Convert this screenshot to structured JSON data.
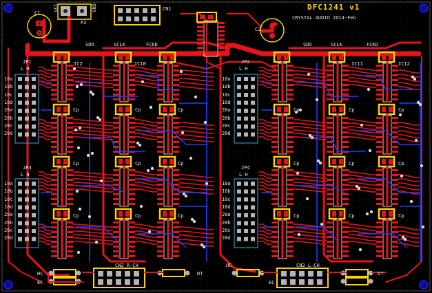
{
  "board": {
    "title": "DFC1241 v1",
    "subtitle": "CRYSTAL AUDIO 2014-Feb",
    "colors": {
      "background": "#000000",
      "top_copper": "#e8141c",
      "bottom_copper": "#1f3fff",
      "silkscreen": "#ffd400",
      "pad": "#b4b4b4",
      "mounting_hole": "#0a0aa0"
    }
  },
  "labels": {
    "c1": "C1",
    "c2": "C2",
    "vcc": "VCC",
    "gnd": "GND",
    "p2": "P2",
    "cn1": "CN1",
    "sdo_left": "SDO",
    "sclk_left": "SCLK",
    "fckd_left": "FCKD",
    "sdo_right": "SDO",
    "sclk_right": "SCLK",
    "fckd_right": "FCKD",
    "jp1": "JP1",
    "jp2": "JP2",
    "jp3": "JP3",
    "jp4": "JP4",
    "lh_1": "L   H",
    "lh_2": "L   H",
    "lh_3": "L   H",
    "lh_4": "L   H",
    "ic2": "IC2",
    "ic10": "IC10",
    "ic11": "IC11",
    "ic12": "IC12",
    "cn2": "CN2 R-CH",
    "cn3": "CN3 L-CH",
    "hc_left": "HC",
    "ec_left": "EC",
    "dt_left": "DT",
    "hc_right": "HC",
    "ec_right": "EC",
    "dt_right": "DT",
    "cp": "Cp"
  },
  "jumper_rows": [
    "10a",
    "10b",
    "10c",
    "10d",
    "20a",
    "20b",
    "20c",
    "20d"
  ],
  "jumper_rows_lower": [
    "10a",
    "10b",
    "10c",
    "10d",
    "20a",
    "20b",
    "20c",
    "20d"
  ]
}
